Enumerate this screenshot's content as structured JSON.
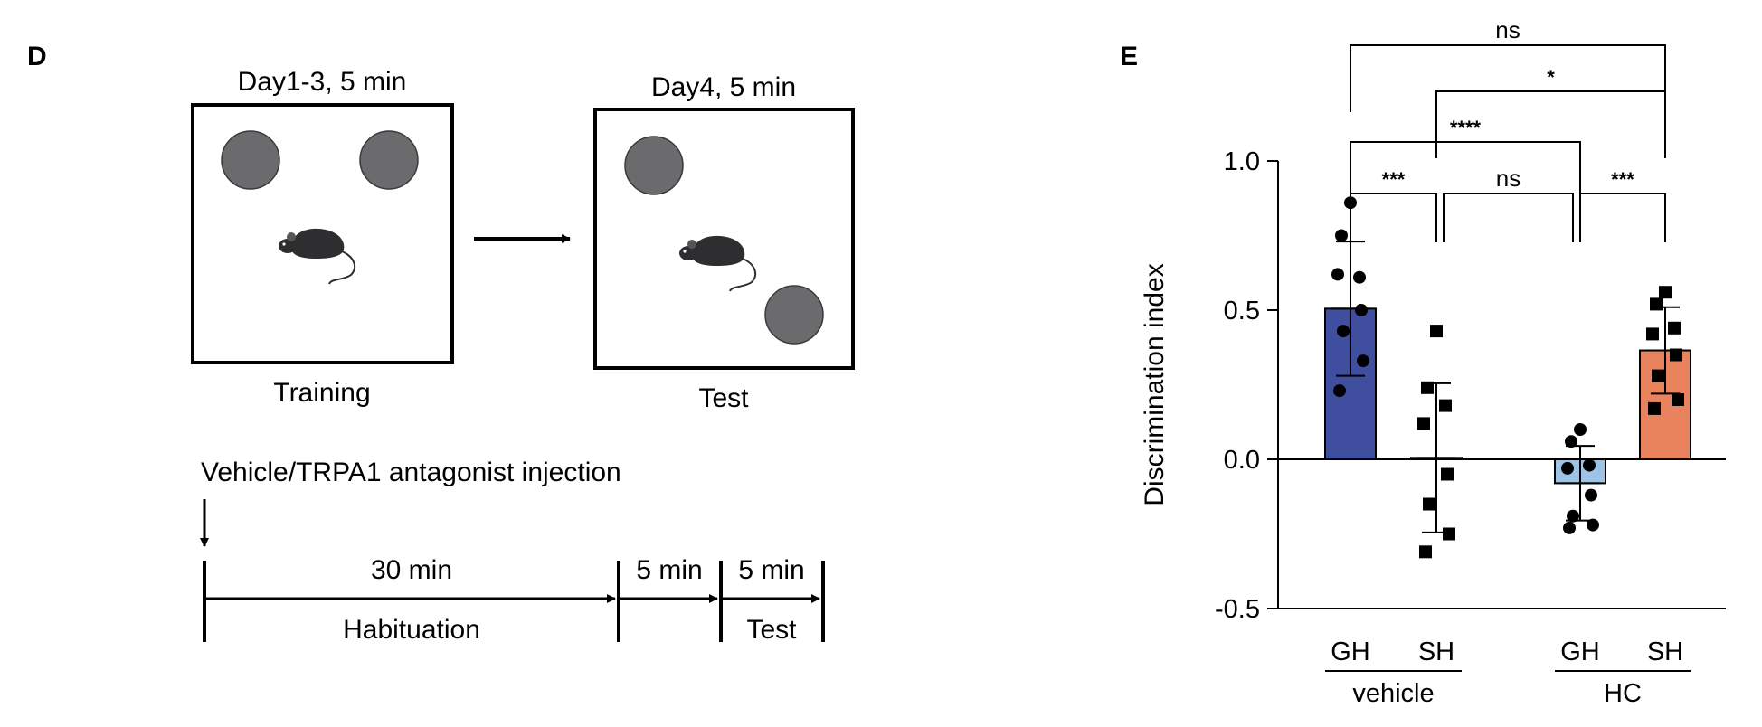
{
  "panel_d": {
    "label": "D",
    "training": {
      "header": "Day1-3, 5 min",
      "caption": "Training"
    },
    "test": {
      "header": "Day4, 5 min",
      "caption": "Test"
    },
    "injection_label": "Vehicle/TRPA1 antagonist injection",
    "timeline": {
      "seg1_top": "30 min",
      "seg1_bottom": "Habituation",
      "seg2_top": "5 min",
      "seg3_top": "5 min",
      "seg3_bottom": "Test"
    }
  },
  "panel_e": {
    "label": "E"
  },
  "chart_data": {
    "type": "bar",
    "ylabel": "Discrimination index",
    "ylim": [
      -0.5,
      1.0
    ],
    "yticks": [
      -0.5,
      0.0,
      0.5,
      1.0
    ],
    "ytick_labels": [
      "-0.5",
      "0.0",
      "0.5",
      "1.0"
    ],
    "categories": [
      "GH",
      "SH",
      "GH",
      "SH"
    ],
    "groups": [
      "vehicle",
      "HC"
    ],
    "colors": [
      "#3F4E9E",
      "#FFFFFF",
      "#9DC3E6",
      "#E8835E"
    ],
    "marker_shapes": [
      "circle",
      "square",
      "circle",
      "square"
    ],
    "values": [
      0.505,
      0.005,
      -0.08,
      0.365
    ],
    "sd": [
      0.225,
      0.25,
      0.125,
      0.145
    ],
    "points": [
      [
        0.86,
        0.75,
        0.61,
        0.62,
        0.5,
        0.43,
        0.33,
        0.23
      ],
      [
        0.43,
        0.24,
        0.18,
        0.12,
        -0.05,
        -0.15,
        -0.25,
        -0.31
      ],
      [
        0.1,
        0.06,
        -0.02,
        -0.03,
        -0.12,
        -0.19,
        -0.22,
        -0.23
      ],
      [
        0.56,
        0.52,
        0.44,
        0.42,
        0.35,
        0.28,
        0.2,
        0.17
      ]
    ],
    "significance": [
      {
        "from": 0,
        "to": 3,
        "label": "ns"
      },
      {
        "from": 1,
        "to": 3,
        "label": "*"
      },
      {
        "from": 0,
        "to": 2,
        "label": "****"
      },
      {
        "from": 0,
        "to": 1,
        "label": "***"
      },
      {
        "from": 1,
        "to": 2,
        "label": "ns"
      },
      {
        "from": 2,
        "to": 3,
        "label": "***"
      }
    ]
  }
}
